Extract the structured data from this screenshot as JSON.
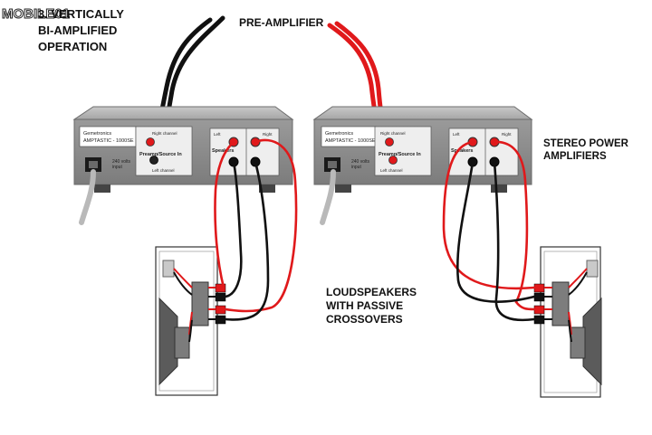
{
  "watermark": "MOBILE01",
  "title_lines": [
    "3. VERTICALLY",
    "BI-AMPLIFIED",
    "OPERATION"
  ],
  "preamp_label": "PRE-AMPLIFIER",
  "power_amp_label_lines": [
    "STEREO POWER",
    "AMPLIFIERS"
  ],
  "speaker_label_lines": [
    "LOUDSPEAKERS",
    "WITH PASSIVE",
    "CROSSOVERS"
  ],
  "amplifier": {
    "brand": "Gemetronics",
    "model": "AMPTASTIC - 1000SE",
    "input_right": "Right channel",
    "input_left": "Left channel",
    "preamp_input": "Preamp/Source In",
    "speakers": "Speakers",
    "left": "Left",
    "right": "Right",
    "mains_line1": "240 volts",
    "mains_line2": "input"
  },
  "colors": {
    "wire_red": "#e0191b",
    "wire_black": "#111111",
    "amp_body": "#8d8d8d",
    "amp_top": "#b4b4b4",
    "panel": "#eeeeee",
    "cable_grey": "#b9b9b9"
  }
}
